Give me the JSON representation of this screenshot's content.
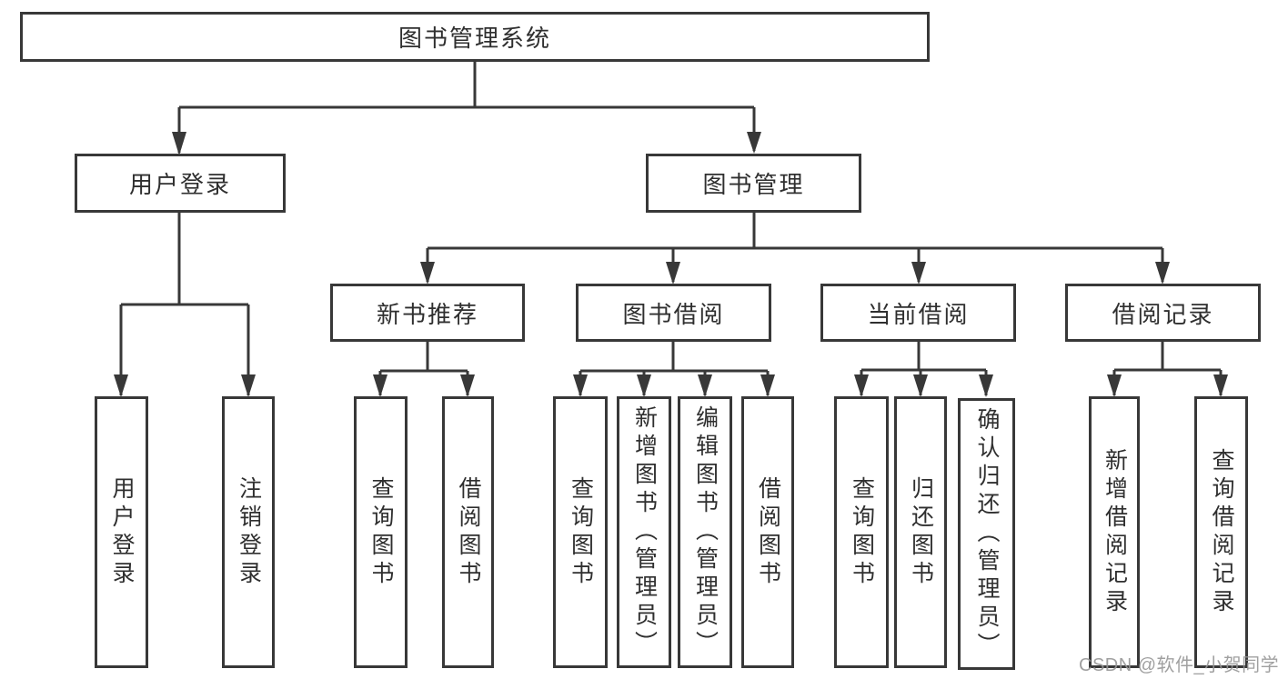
{
  "tree": {
    "root": {
      "label": "图书管理系统"
    },
    "children": [
      {
        "label": "用户登录",
        "children": [
          {
            "label": "用户登录"
          },
          {
            "label": "注销登录"
          }
        ]
      },
      {
        "label": "图书管理",
        "children": [
          {
            "label": "新书推荐",
            "children": [
              {
                "label": "查询图书"
              },
              {
                "label": "借阅图书"
              }
            ]
          },
          {
            "label": "图书借阅",
            "children": [
              {
                "label": "查询图书"
              },
              {
                "label": "新增图书（管理员）"
              },
              {
                "label": "编辑图书（管理员）"
              },
              {
                "label": "借阅图书"
              }
            ]
          },
          {
            "label": "当前借阅",
            "children": [
              {
                "label": "查询图书"
              },
              {
                "label": "归还图书"
              },
              {
                "label": "确认归还（管理员）"
              }
            ]
          },
          {
            "label": "借阅记录",
            "children": [
              {
                "label": "新增借阅记录"
              },
              {
                "label": "查询借阅记录"
              }
            ]
          }
        ]
      }
    ]
  },
  "watermark": "CSDN @软件_小贺同学",
  "colors": {
    "line": "#383838",
    "box_border": "#383838",
    "text": "#2f2f2f",
    "background": "#ffffff",
    "watermark": "#969696"
  }
}
